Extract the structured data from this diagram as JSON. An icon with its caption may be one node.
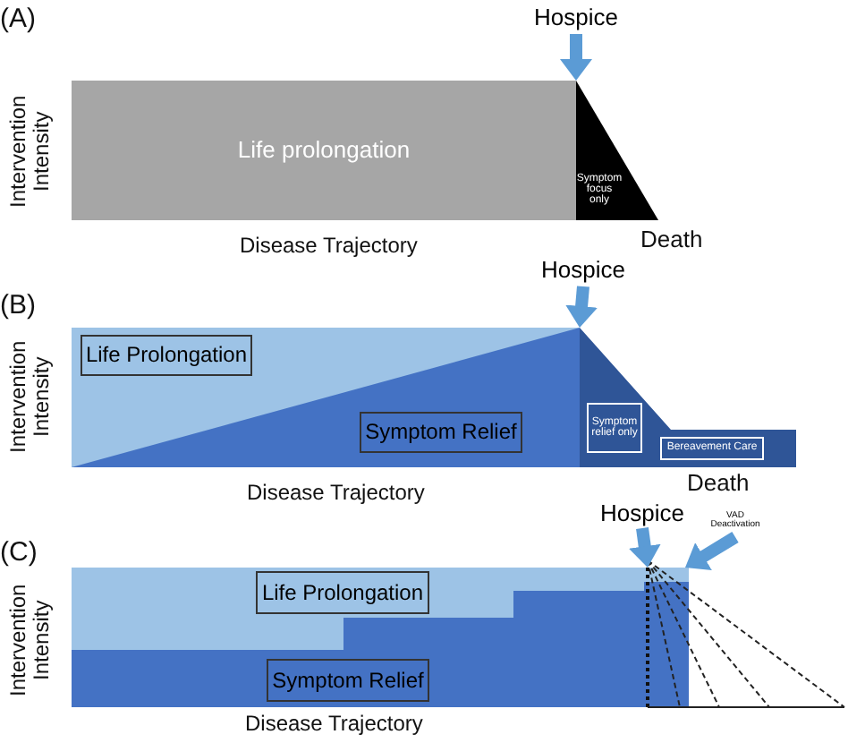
{
  "diagram": {
    "nodes": [
      {
        "text": [
          "Hospice"
        ]
      },
      {
        "text": [
          "Life prolongation"
        ]
      },
      {
        "text": [
          "Symptom focus only"
        ]
      },
      {
        "text": [
          "Hospice"
        ]
      },
      {
        "text": [],
        "shape": "box"
      },
      {
        "text": [
          "Life Prolongation"
        ],
        "in": 4
      },
      {
        "text": [
          "Symptom Relief"
        ],
        "in": 4
      },
      {
        "text": [
          "Symptom relief only"
        ]
      },
      {
        "text": [
          "Bereavement Care"
        ]
      },
      {
        "text": [
          "Hospice"
        ]
      },
      {
        "text": [
          "VAD Deactivation"
        ]
      },
      {
        "text": [],
        "shape": "box"
      },
      {
        "text": [
          "Life Prolongation"
        ],
        "in": 11
      },
      {
        "text": [
          "Symptom Relief"
        ],
        "in": 11
      }
    ],
    "edges": [
      {
        "from": 0,
        "to": 2,
        "arrow": "to"
      },
      {
        "from": 3,
        "to": 4,
        "arrow": "to"
      },
      {
        "from": 9,
        "to": 11,
        "arrow": "to"
      },
      {
        "from": 10,
        "to": 11,
        "arrow": "to"
      }
    ],
    "labels": [
      "(A)",
      "Intervention Intensity",
      "Disease Trajectory",
      "Death",
      "(B)",
      "Intervention Intensity",
      "Disease Trajectory",
      "Death",
      "(C)",
      "Intervention Intensity",
      "Disease Trajectory"
    ]
  }
}
